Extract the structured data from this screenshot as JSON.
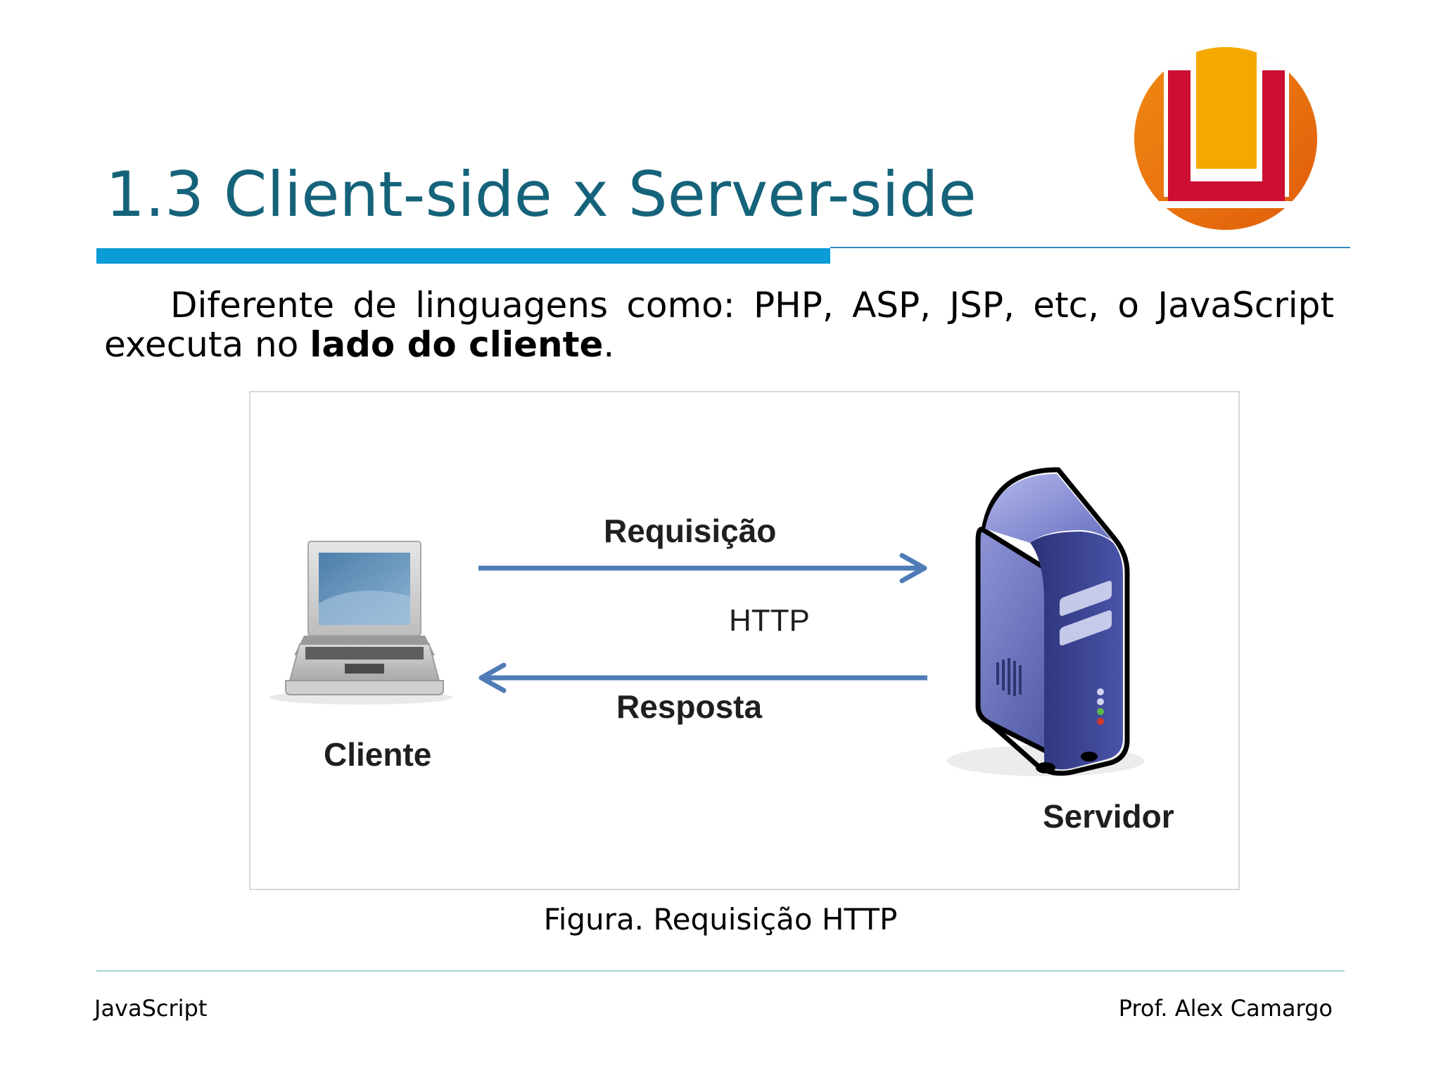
{
  "slide": {
    "title": "1.3 Client-side x Server-side",
    "body": {
      "part1": "Diferente de linguagens como: PHP, ASP, JSP, etc, o JavaScript executa no ",
      "bold": "lado do cliente",
      "part2": "."
    }
  },
  "figure": {
    "request_label": "Requisição",
    "protocol_label": "HTTP",
    "response_label": "Resposta",
    "client_label": "Cliente",
    "server_label": "Servidor",
    "client_icon": "laptop-icon",
    "server_icon": "server-icon",
    "arrow_color": "#4f7bb6"
  },
  "caption": "Figura. Requisição HTTP",
  "footer": {
    "left": "JavaScript",
    "right": "Prof. Alex Camargo"
  },
  "colors": {
    "title": "#15637a",
    "title_rule": "#0b9bd6",
    "logo_red": "#cc0f33",
    "logo_orange": "#f08010",
    "logo_yellow": "#f5a800"
  }
}
